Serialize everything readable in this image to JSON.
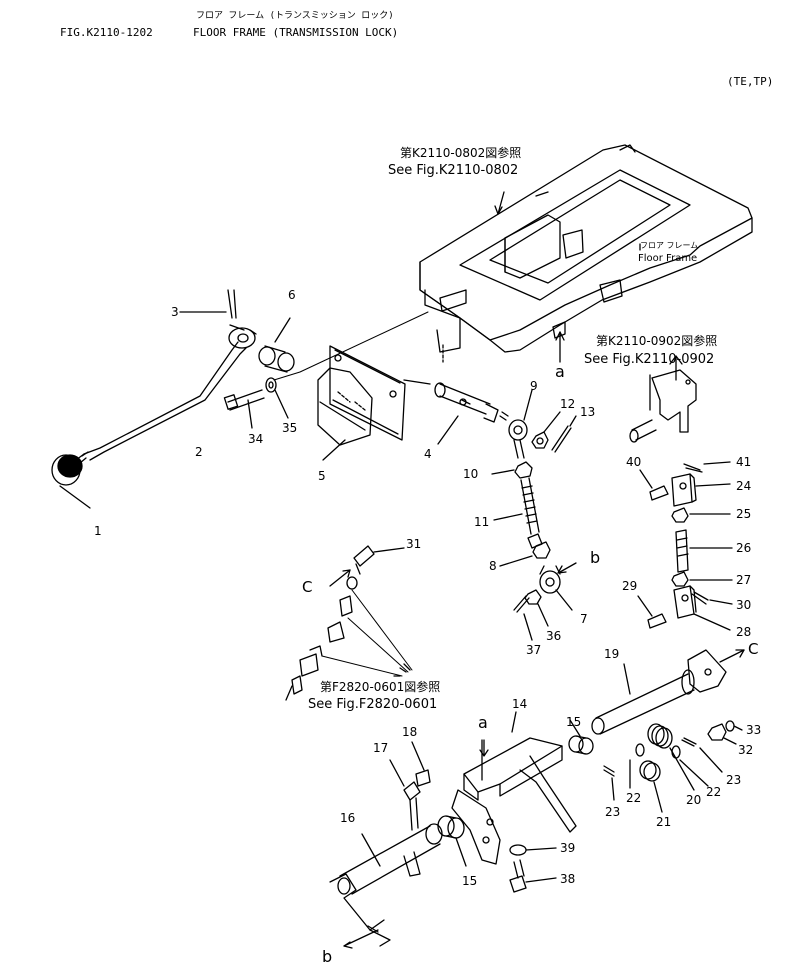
{
  "header": {
    "japanese_title": "フロア フレーム (トランスミッション ロック)",
    "figure_number": "FIG.K2110-1202",
    "title": "FLOOR FRAME (TRANSMISSION LOCK)",
    "variant": "(TE,TP)"
  },
  "references": [
    {
      "id": "ref-k2110-0802",
      "jp": "第K2110-0802図参照",
      "en": "See Fig.K2110-0802"
    },
    {
      "id": "ref-k2110-0902",
      "jp": "第K2110-0902図参照",
      "en": "See Fig.K2110-0902"
    },
    {
      "id": "ref-f2820-0601",
      "jp": "第F2820-0601図参照",
      "en": "See Fig.F2820-0601"
    }
  ],
  "floor_frame_label": {
    "jp": "フロア フレーム",
    "en": "Floor Frame"
  },
  "part_numbers": [
    "1",
    "2",
    "3",
    "4",
    "5",
    "6",
    "7",
    "8",
    "9",
    "10",
    "11",
    "12",
    "13",
    "14",
    "15",
    "15",
    "16",
    "17",
    "18",
    "19",
    "20",
    "21",
    "22",
    "22",
    "23",
    "23",
    "24",
    "25",
    "26",
    "27",
    "28",
    "29",
    "30",
    "31",
    "32",
    "33",
    "34",
    "35",
    "36",
    "37",
    "38",
    "39",
    "40",
    "41"
  ],
  "connection_markers": [
    "a",
    "a",
    "b",
    "b",
    "C",
    "C"
  ]
}
